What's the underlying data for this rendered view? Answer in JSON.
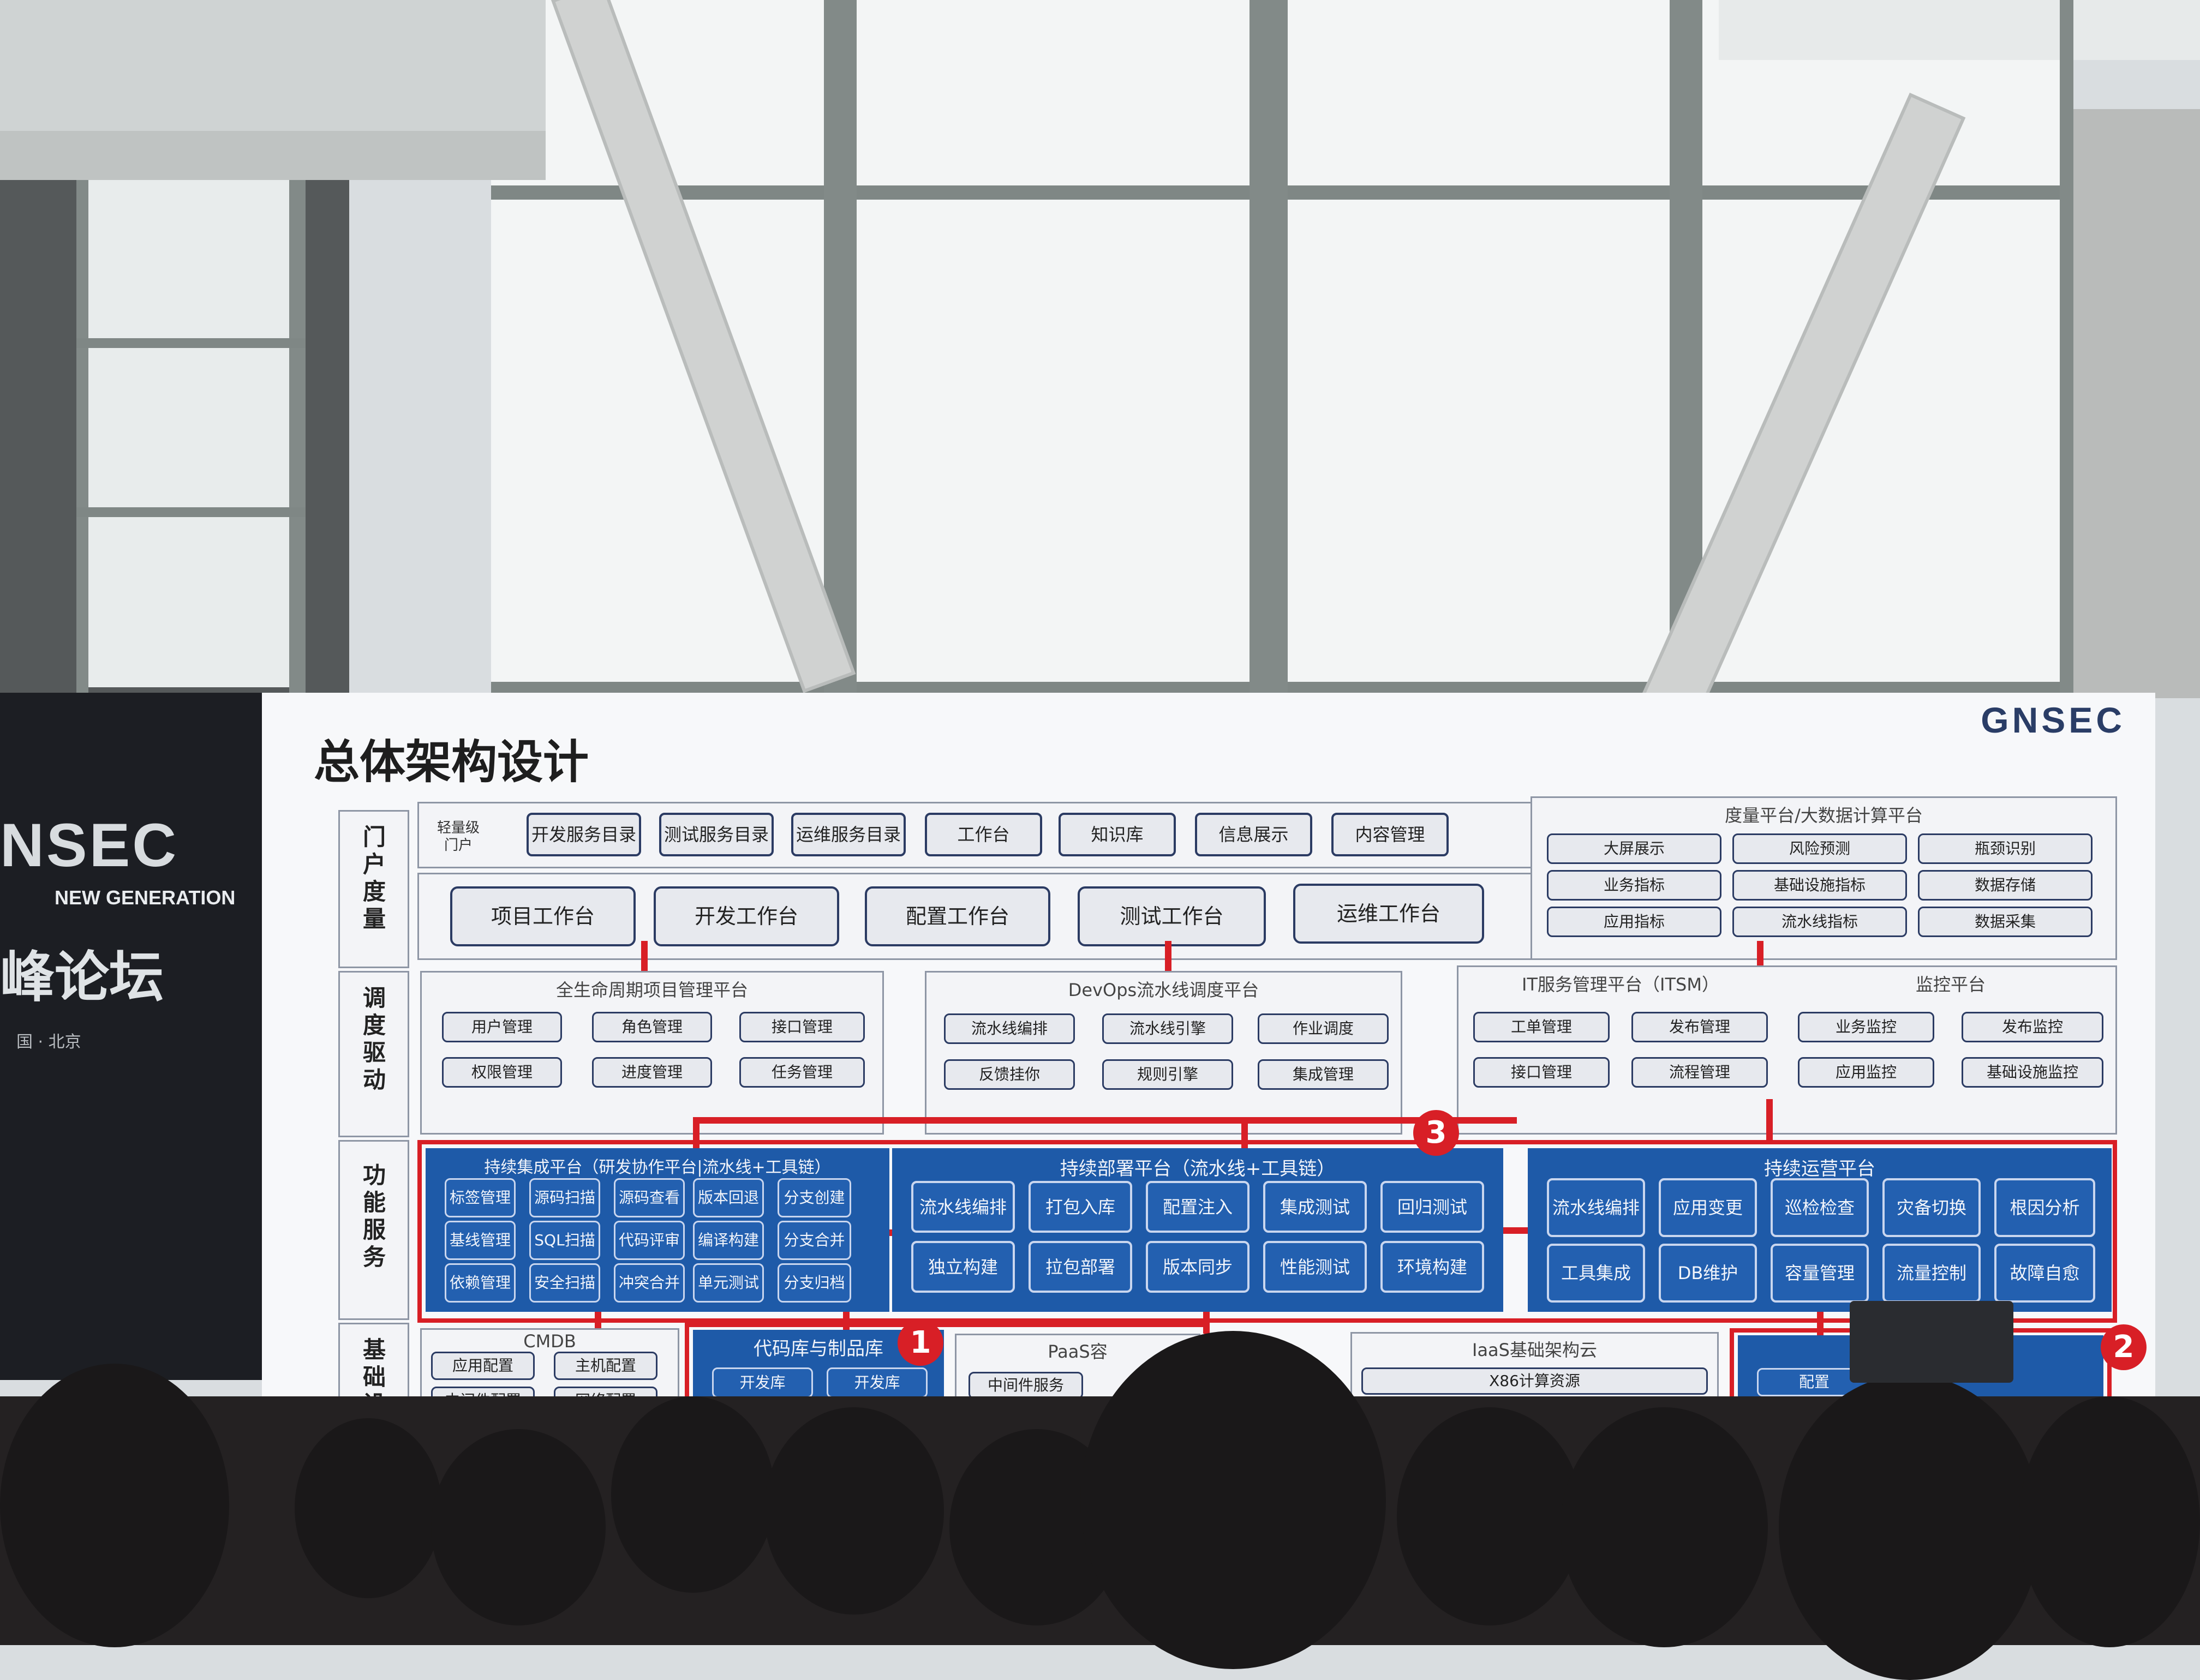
{
  "slide": {
    "title": "总体架构设计",
    "logo": "GNSEC",
    "row_labels": [
      "门户度量",
      "调度驱动",
      "功能服务",
      "基础设"
    ],
    "portal": {
      "light_portal_label": "轻量级门户",
      "portal_items": [
        "开发服务目录",
        "测试服务目录",
        "运维服务目录",
        "工作台",
        "知识库",
        "信息展示",
        "内容管理"
      ],
      "workbenches": [
        "项目工作台",
        "开发工作台",
        "配置工作台",
        "测试工作台",
        "运维工作台"
      ]
    },
    "bigdata": {
      "title": "度量平台/大数据计算平台",
      "items": [
        "大屏展示",
        "风险预测",
        "瓶颈识别",
        "业务指标",
        "基础设施指标",
        "数据存储",
        "应用指标",
        "流水线指标",
        "数据采集"
      ]
    },
    "lifecycle": {
      "title": "全生命周期项目管理平台",
      "items": [
        "用户管理",
        "角色管理",
        "接口管理",
        "权限管理",
        "进度管理",
        "任务管理"
      ]
    },
    "devops": {
      "title": "DevOps流水线调度平台",
      "items": [
        "流水线编排",
        "流水线引擎",
        "作业调度",
        "反馈挂你",
        "规则引擎",
        "集成管理"
      ]
    },
    "itsm": {
      "title": "IT服务管理平台（ITSM）",
      "items": [
        "工单管理",
        "发布管理",
        "接口管理",
        "流程管理"
      ]
    },
    "monitor": {
      "title": "监控平台",
      "items": [
        "业务监控",
        "发布监控",
        "应用监控",
        "基础设施监控"
      ]
    },
    "ci": {
      "title": "持续集成平台（研发协作平台|流水线+工具链）",
      "items": [
        "标签管理",
        "源码扫描",
        "源码查看",
        "版本回退",
        "分支创建",
        "基线管理",
        "SQL扫描",
        "代码评审",
        "编译构建",
        "分支合并",
        "依赖管理",
        "安全扫描",
        "冲突合并",
        "单元测试",
        "分支归档"
      ]
    },
    "cd": {
      "title": "持续部署平台（流水线+工具链）",
      "items": [
        "流水线编排",
        "打包入库",
        "配置注入",
        "集成测试",
        "回归测试",
        "独立构建",
        "拉包部署",
        "版本同步",
        "性能测试",
        "环境构建"
      ]
    },
    "ops": {
      "title": "持续运营平台",
      "items": [
        "流水线编排",
        "应用变更",
        "巡检检查",
        "灾备切换",
        "根因分析",
        "工具集成",
        "DB维护",
        "容量管理",
        "流量控制",
        "故障自愈"
      ]
    },
    "infra": {
      "cmdb_title": "CMDB",
      "cmdb_items": [
        "应用配置",
        "主机配置",
        "中间件配置",
        "网络配置"
      ],
      "repo_title": "代码库与制品库",
      "repo_items": [
        "开发库",
        "开发库"
      ],
      "paas_title": "PaaS容",
      "paas_items": [
        "中间件服务"
      ],
      "iaas_title": "IaaS基础架构云",
      "iaas_items": [
        "X86计算资源"
      ],
      "config_item": "配置"
    },
    "badges": [
      "1",
      "2",
      "3"
    ]
  },
  "banner": {
    "logo": "NSEC",
    "tagline": "NEW GENERATION",
    "forum": "峰论坛",
    "city": "国 · 北京"
  }
}
